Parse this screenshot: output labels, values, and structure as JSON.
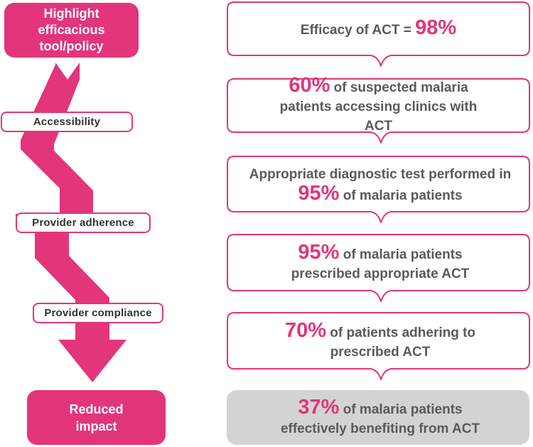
{
  "colors": {
    "accent": "#e2357a",
    "box_text": "#5a5a5a",
    "label_text": "#333333",
    "final_box_fill": "#d3d3d3"
  },
  "left": {
    "top_label": "Highlight efficacious tool/policy",
    "stages": [
      "Accessibility",
      "Provider adherence",
      "Provider compliance"
    ],
    "bottom_label": "Reduced impact"
  },
  "cascade": [
    {
      "before": "Efficacy of ACT = ",
      "pct": "98%",
      "after": ""
    },
    {
      "before": "",
      "pct": "60%",
      "after": " of suspected malaria patients accessing clinics with ACT"
    },
    {
      "before": "Appropriate diagnostic test performed in ",
      "pct": "95%",
      "after": " of malaria patients"
    },
    {
      "before": "",
      "pct": "95%",
      "after": " of malaria patients prescribed appropriate ACT"
    },
    {
      "before": "",
      "pct": "70%",
      "after": " of patients adhering to prescribed ACT"
    },
    {
      "before": "",
      "pct": "37%",
      "after": " of malaria patients effectively benefiting from ACT"
    }
  ]
}
